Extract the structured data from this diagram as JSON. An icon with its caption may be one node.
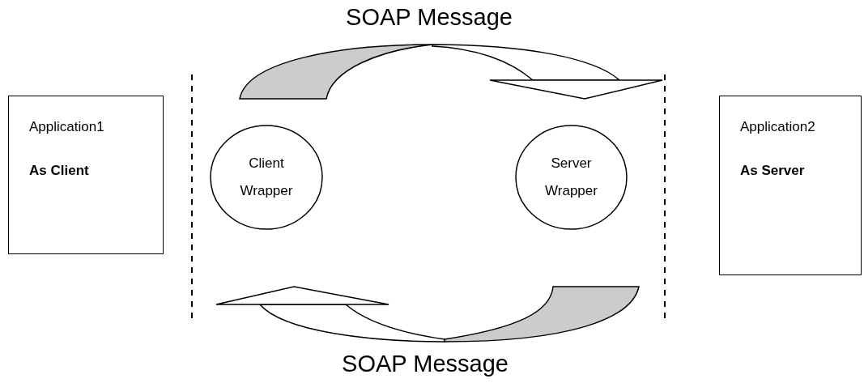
{
  "diagram": {
    "nodes": [
      {
        "text": [
          "Application1",
          "As Client"
        ]
      },
      {
        "text": [
          "Client Wrapper"
        ]
      },
      {
        "text": [
          "Server Wrapper"
        ]
      },
      {
        "text": [
          "Application2",
          "As Server"
        ]
      }
    ],
    "labels": [
      "SOAP Message",
      "SOAP Message"
    ]
  }
}
